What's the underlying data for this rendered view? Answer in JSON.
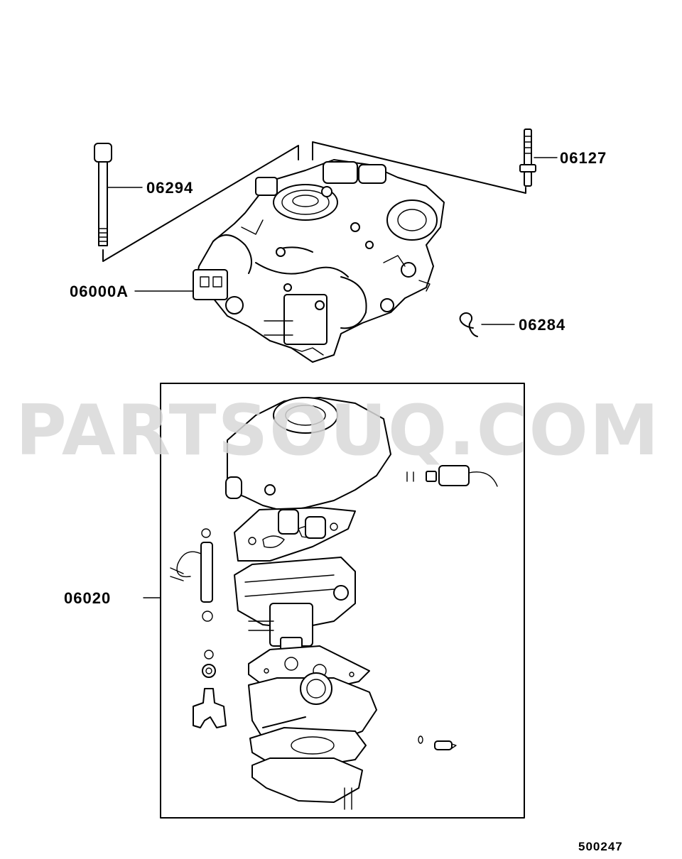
{
  "callouts": {
    "bolt_long": "06294",
    "stud_bolt": "06127",
    "carburetor_assy": "06000A",
    "clip": "06284",
    "gasket_kit": "06020"
  },
  "watermark": "PARTSOUQ.COM",
  "figure_number": "500247"
}
